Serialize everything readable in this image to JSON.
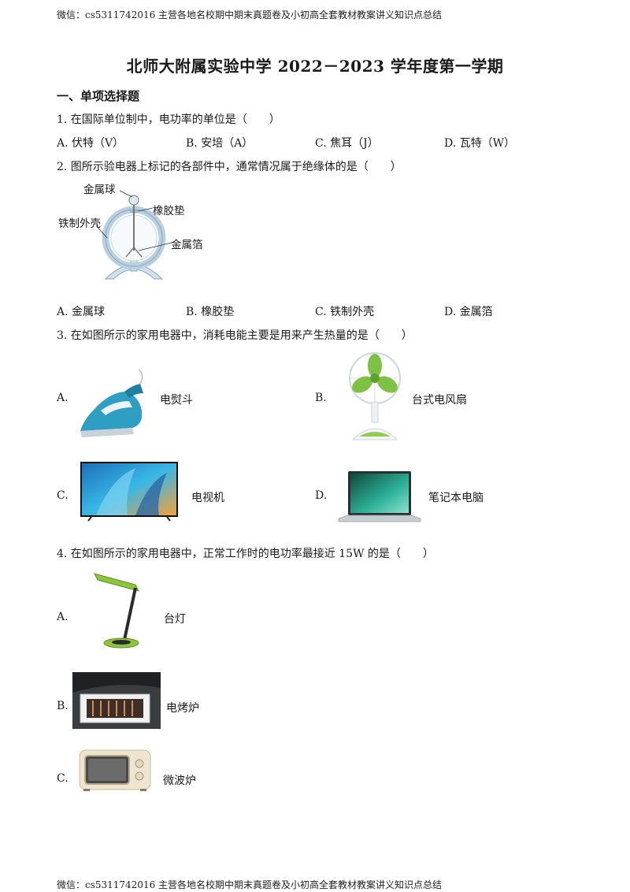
{
  "header": "微信：cs5311742016  主营各地名校期中期末真题卷及小初高全套教材教案讲义知识点总结",
  "footer": "微信：cs5311742016  主营各地名校期中期末真题卷及小初高全套教材教案讲义知识点总结",
  "title": "北师大附属实验中学 2022－2023 学年度第一学期",
  "section": "一、单项选择题",
  "questions": [
    {
      "stem": "1. 在国际单位制中，电功率的单位是（　　）",
      "options": [
        "A. 伏特（V）",
        "B. 安培（A）",
        "C. 焦耳（J）",
        "D. 瓦特（W）"
      ]
    },
    {
      "stem": "2. 图所示验电器上标记的各部件中，通常情况属于绝缘体的是（　　）",
      "diagram_labels": [
        "金属球",
        "橡胶垫",
        "铁制外壳",
        "金属箔"
      ],
      "options": [
        "A. 金属球",
        "B. 橡胶垫",
        "C. 铁制外壳",
        "D. 金属箔"
      ]
    },
    {
      "stem": "3. 在如图所示的家用电器中，消耗电能主要是用来产生热量的是（　　）",
      "options": [
        {
          "letter": "A.",
          "label": "电熨斗",
          "icon": "iron-icon"
        },
        {
          "letter": "B.",
          "label": "台式电风扇",
          "icon": "fan-icon"
        },
        {
          "letter": "C.",
          "label": "电视机",
          "icon": "tv-icon"
        },
        {
          "letter": "D.",
          "label": "笔记本电脑",
          "icon": "laptop-icon"
        }
      ]
    },
    {
      "stem": "4. 在如图所示的家用电器中，正常工作时的电功率最接近 15W 的是（　　）",
      "options": [
        {
          "letter": "A.",
          "label": "台灯",
          "icon": "desk-lamp-icon"
        },
        {
          "letter": "B.",
          "label": "电烤炉",
          "icon": "electric-oven-icon"
        },
        {
          "letter": "C.",
          "label": "微波炉",
          "icon": "microwave-icon"
        }
      ]
    }
  ]
}
